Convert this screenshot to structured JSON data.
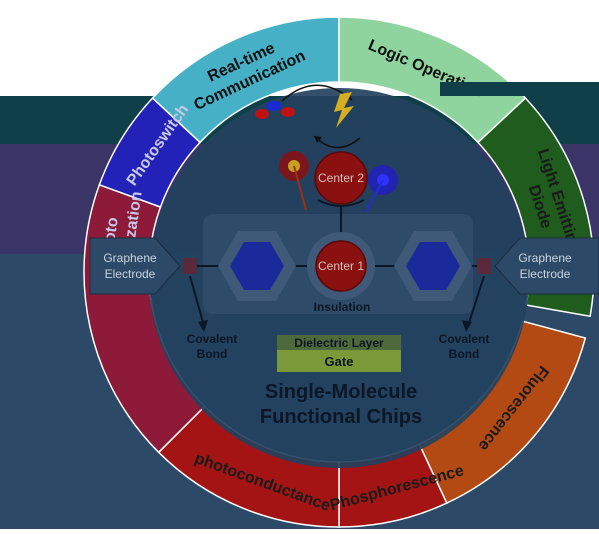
{
  "diagram": {
    "outer_segments": [
      {
        "id": "realtime",
        "lines": [
          "Real-time",
          "Communication"
        ],
        "color": "#45b0c6"
      },
      {
        "id": "logic",
        "lines": [
          "Logic Operation"
        ],
        "color": "#8fd39f"
      },
      {
        "id": "led",
        "lines": [
          "Light Emitting",
          "Diode"
        ],
        "color": "#1f5c1d"
      },
      {
        "id": "fluorescence",
        "lines": [
          "Fluorescence"
        ],
        "color": "#b34a14"
      },
      {
        "id": "phosphorescence",
        "lines": [
          "Phosphorescence"
        ],
        "color": "#a41414"
      },
      {
        "id": "photoconductance",
        "lines": [
          "photoconductance"
        ],
        "color": "#a41414"
      },
      {
        "id": "photoisomerization",
        "lines": [
          "Photo",
          "Isomerization"
        ],
        "color": "#8c1a38"
      },
      {
        "id": "photoswitch",
        "lines": [
          "Photoswitch"
        ],
        "color": "#2222b8"
      }
    ],
    "electrodes": {
      "left": [
        "Graphene",
        "Electrode"
      ],
      "right": [
        "Graphene",
        "Electrode"
      ]
    },
    "centers": {
      "center1": "Center 1",
      "center2": "Center 2"
    },
    "insulation_label": "Insulation",
    "covalent_bond_left": [
      "Covalent",
      "Bond"
    ],
    "covalent_bond_right": [
      "Covalent",
      "Bond"
    ],
    "dielectric_layer": "Dielectric Layer",
    "gate": "Gate",
    "title_lines": [
      "Single-Molecule",
      "Functional Chips"
    ]
  },
  "colors": {
    "overlay_top": "#0f3f48",
    "overlay_mid": "#3b3567",
    "overlay_low": "#2c4a68",
    "center_red": "#8b1010",
    "hexagon_blue": "#1a2a9a",
    "dielectric": "#4d6a3a",
    "gate": "#7a9a3a"
  }
}
